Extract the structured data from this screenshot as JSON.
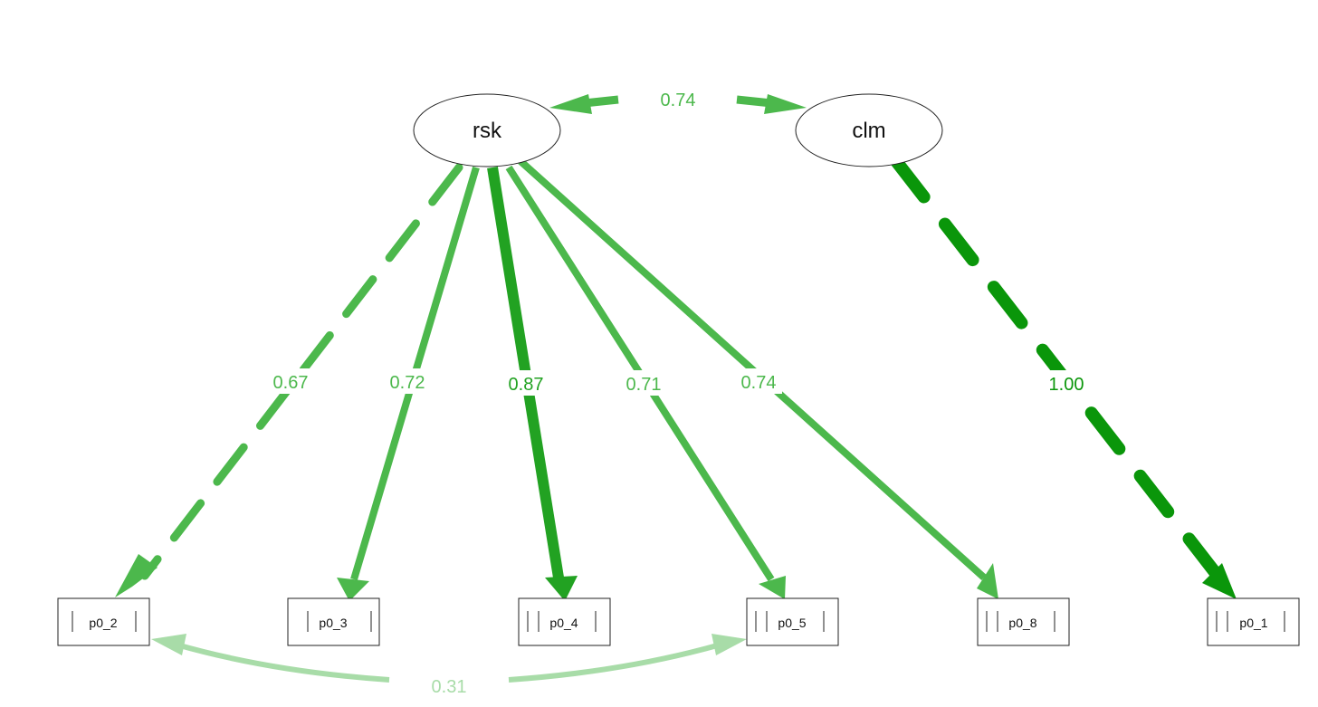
{
  "diagram": {
    "latents": [
      {
        "id": "rsk",
        "label": "rsk"
      },
      {
        "id": "clm",
        "label": "clm"
      }
    ],
    "manifests": [
      {
        "id": "p0_2",
        "label": "p0_2"
      },
      {
        "id": "p0_3",
        "label": "p0_3"
      },
      {
        "id": "p0_4",
        "label": "p0_4"
      },
      {
        "id": "p0_5",
        "label": "p0_5"
      },
      {
        "id": "p0_8",
        "label": "p0_8"
      },
      {
        "id": "p0_1",
        "label": "p0_1"
      }
    ],
    "loadings": [
      {
        "from": "rsk",
        "to": "p0_2",
        "value": "0.67",
        "color": "#4cb84c",
        "dashed": true
      },
      {
        "from": "rsk",
        "to": "p0_3",
        "value": "0.72",
        "color": "#4cb84c",
        "dashed": false
      },
      {
        "from": "rsk",
        "to": "p0_4",
        "value": "0.87",
        "color": "#22a222",
        "dashed": false
      },
      {
        "from": "rsk",
        "to": "p0_5",
        "value": "0.71",
        "color": "#4cb84c",
        "dashed": false
      },
      {
        "from": "rsk",
        "to": "p0_8",
        "value": "0.74",
        "color": "#4cb84c",
        "dashed": false
      },
      {
        "from": "clm",
        "to": "p0_1",
        "value": "1.00",
        "color": "#0a960a",
        "dashed": true
      }
    ],
    "covariances": [
      {
        "between": [
          "rsk",
          "clm"
        ],
        "value": "0.74",
        "color": "#4cb84c"
      },
      {
        "between": [
          "p0_2",
          "p0_5"
        ],
        "value": "0.31",
        "color": "#a8dca8"
      }
    ]
  }
}
